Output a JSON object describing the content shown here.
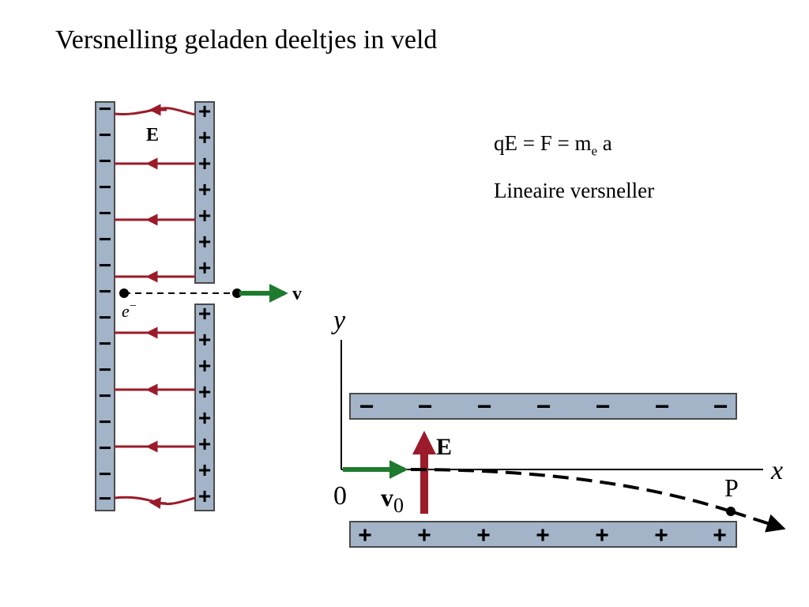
{
  "slide": {
    "title": "Versnelling geladen deeltjes in veld",
    "equation": {
      "main": "qE = F = m",
      "subscript": "e",
      "tail": " a"
    },
    "caption": "Lineaire versneller"
  },
  "left_diagram": {
    "field_label": "E",
    "velocity_label": "v",
    "electron_label": "e",
    "electron_superscript": "−",
    "negative_sign": "−",
    "positive_sign": "+"
  },
  "right_diagram": {
    "y_axis_label": "y",
    "x_axis_label": "x",
    "origin_label": "0",
    "field_label": "E",
    "velocity_label": "v",
    "velocity_subscript": "0",
    "point_label": "P",
    "negative_sign": "−",
    "positive_sign": "+"
  },
  "colors": {
    "plate_fill": "#a3b4c8",
    "plate_stroke": "#4a4a4a",
    "field_line": "#9b1b2a",
    "velocity_arrow": "#1e7a2c",
    "text": "#000000"
  }
}
